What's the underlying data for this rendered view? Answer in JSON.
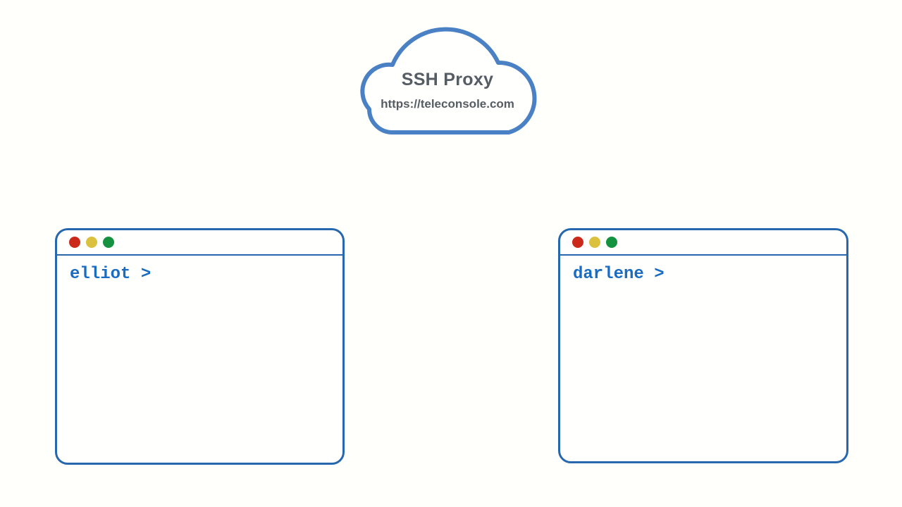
{
  "cloud": {
    "title": "SSH Proxy",
    "url": "https://teleconsole.com"
  },
  "terminals": [
    {
      "id": "elliot",
      "prompt": "elliot >"
    },
    {
      "id": "darlene",
      "prompt": "darlene >"
    }
  ],
  "colors": {
    "background": "#fffffb",
    "window-border": "#2767ae",
    "prompt-text": "#1a6cc2",
    "cloud-stroke": "#4a80c4",
    "cloud-text": "#555c63",
    "light-red": "#cb2a1a",
    "light-yellow": "#dcc13e",
    "light-green": "#149240",
    "window-fill": "#fffffd"
  }
}
